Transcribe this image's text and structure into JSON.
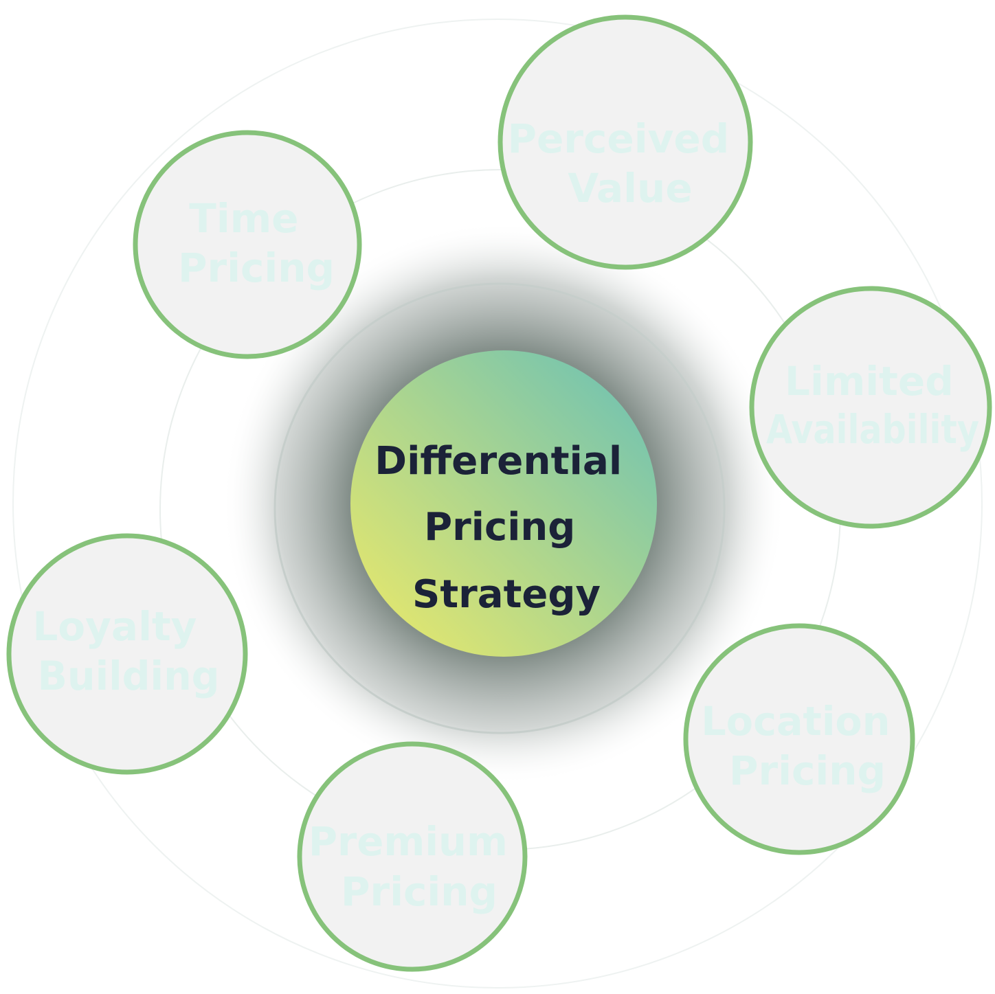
{
  "colors": {
    "node_stroke": "#86c27a",
    "node_fill": "#f2f2f2",
    "node_text": "#def3ef",
    "center_text": "#1b2238",
    "center_gradient_start": "#dbe473",
    "center_gradient_end": "#7cc6ab",
    "glow": "#5d6b64",
    "orbit_ring": "#e6ebe9"
  },
  "center": {
    "lines": [
      "Differential",
      "Pricing",
      "Strategy"
    ]
  },
  "nodes": [
    {
      "id": "time-pricing",
      "lines": [
        "Time",
        "Pricing"
      ]
    },
    {
      "id": "perceived-value",
      "lines": [
        "Perceived",
        "Value"
      ]
    },
    {
      "id": "limited-availability",
      "lines": [
        "Limited",
        "Availability"
      ]
    },
    {
      "id": "location-pricing",
      "lines": [
        "Location",
        "Pricing"
      ]
    },
    {
      "id": "premium-pricing",
      "lines": [
        "Premium",
        "Pricing"
      ]
    },
    {
      "id": "loyalty-building",
      "lines": [
        "Loyalty",
        "Building"
      ]
    }
  ]
}
